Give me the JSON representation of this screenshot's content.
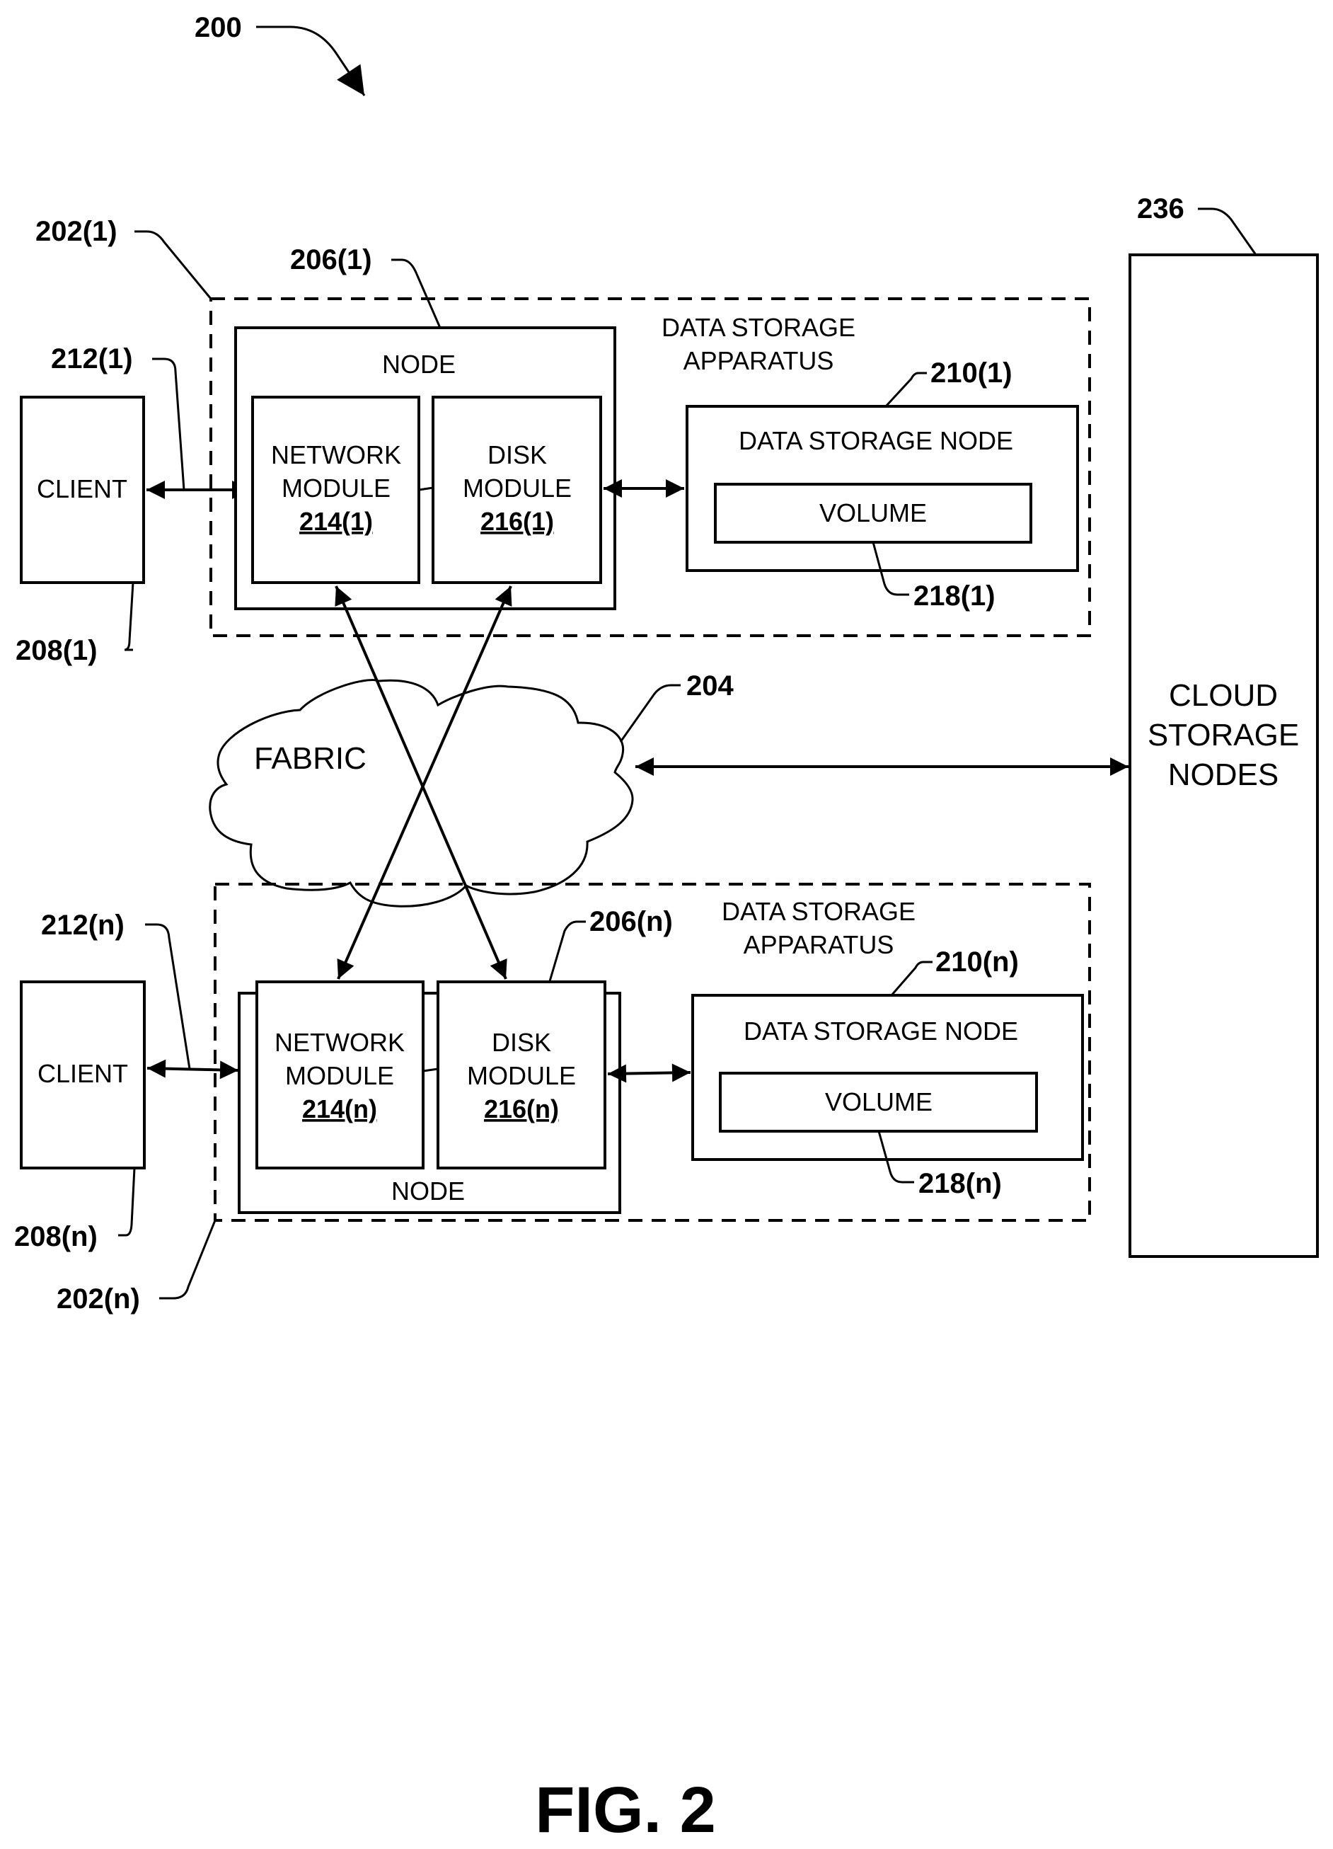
{
  "figure": {
    "title": "FIG. 2",
    "ref_number": "200"
  },
  "apparatus": [
    {
      "ref": "202(1)",
      "label_line1": "DATA STORAGE",
      "label_line2": "APPARATUS",
      "client": {
        "label": "CLIENT",
        "ref": "208(1)"
      },
      "link_ref": "212(1)",
      "node": {
        "label": "NODE",
        "ref": "206(1)",
        "network_module": {
          "line1": "NETWORK",
          "line2": "MODULE",
          "ref": "214(1)"
        },
        "disk_module": {
          "line1": "DISK",
          "line2": "MODULE",
          "ref": "216(1)"
        }
      },
      "data_storage_node": {
        "label": "DATA STORAGE NODE",
        "ref": "210(1)",
        "volume": {
          "label": "VOLUME",
          "ref": "218(1)"
        }
      }
    },
    {
      "ref": "202(n)",
      "label_line1": "DATA STORAGE",
      "label_line2": "APPARATUS",
      "client": {
        "label": "CLIENT",
        "ref": "208(n)"
      },
      "link_ref": "212(n)",
      "node": {
        "label": "NODE",
        "ref": "206(n)",
        "network_module": {
          "line1": "NETWORK",
          "line2": "MODULE",
          "ref": "214(n)"
        },
        "disk_module": {
          "line1": "DISK",
          "line2": "MODULE",
          "ref": "216(n)"
        }
      },
      "data_storage_node": {
        "label": "DATA STORAGE NODE",
        "ref": "210(n)",
        "volume": {
          "label": "VOLUME",
          "ref": "218(n)"
        }
      }
    }
  ],
  "fabric": {
    "label": "FABRIC",
    "ref": "204"
  },
  "cloud_storage": {
    "line1": "CLOUD",
    "line2": "STORAGE",
    "line3": "NODES",
    "ref": "236"
  }
}
